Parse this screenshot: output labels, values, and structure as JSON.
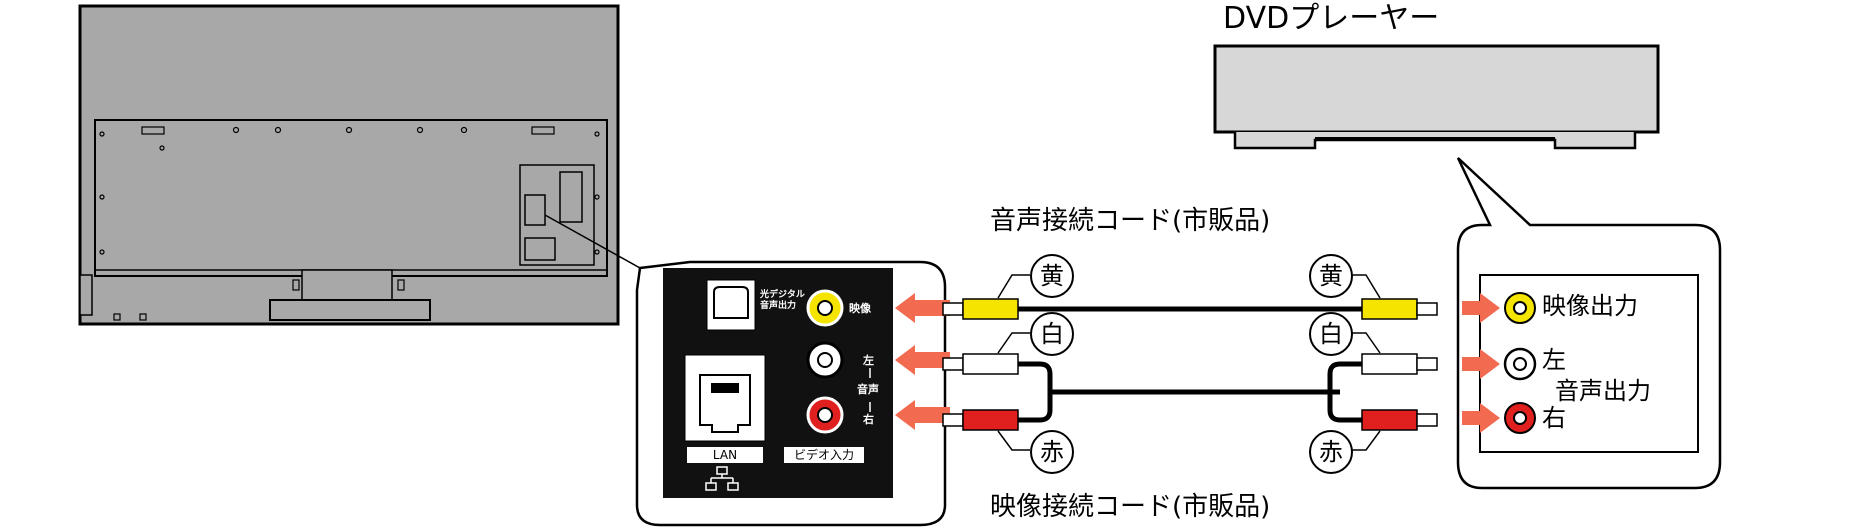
{
  "labels": {
    "dvd_player": "DVDプレーヤー",
    "audio_cable": "音声接続コード(市販品)",
    "video_cable": "映像接続コード(市販品)"
  },
  "tv_panel": {
    "optical_out": "光デジタル\n音声出力",
    "video": "映像",
    "left": "左",
    "audio": "音声",
    "right": "右",
    "lan": "LAN",
    "video_input": "ビデオ入力"
  },
  "dvd_panel": {
    "video_out": "映像出力",
    "left": "左",
    "audio_out": "音声出力",
    "right": "右"
  },
  "plug_colors": {
    "yellow_label": "黄",
    "white_label": "白",
    "red_label": "赤"
  },
  "colors": {
    "yellow": "#f5e400",
    "white": "#ffffff",
    "red": "#e0201f",
    "arrow": "#f26a4f",
    "tv_gray": "#a8a8a8",
    "panel_black": "#111111"
  }
}
